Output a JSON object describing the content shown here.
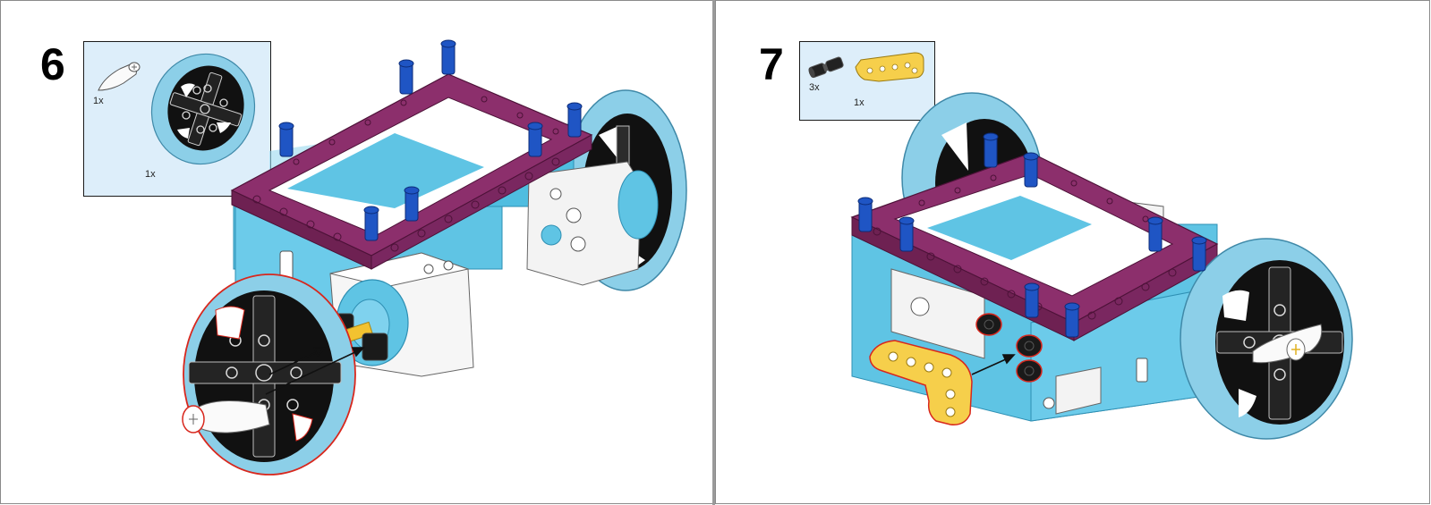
{
  "steps": [
    {
      "number": "6",
      "parts": [
        {
          "name": "connector-peg-icon",
          "quantity": "1x"
        },
        {
          "name": "wheel-icon",
          "quantity": "1x"
        }
      ]
    },
    {
      "number": "7",
      "parts": [
        {
          "name": "friction-pin-icon",
          "quantity": "3x"
        },
        {
          "name": "l-beam-icon",
          "quantity": "1x"
        }
      ]
    }
  ],
  "colors": {
    "frame_magenta": "#8c2f6c",
    "frame_magenta_dark": "#6e2152",
    "pin_blue": "#1f55c4",
    "hub_light_blue": "#5fc4e4",
    "tire_light_blue": "#8ccfe8",
    "motor_white": "#f3f3f3",
    "beam_yellow": "#f6cf4b",
    "callout_background": "#ddeefa",
    "highlight_red": "#d8271d",
    "page_border": "#8a8a8a"
  }
}
